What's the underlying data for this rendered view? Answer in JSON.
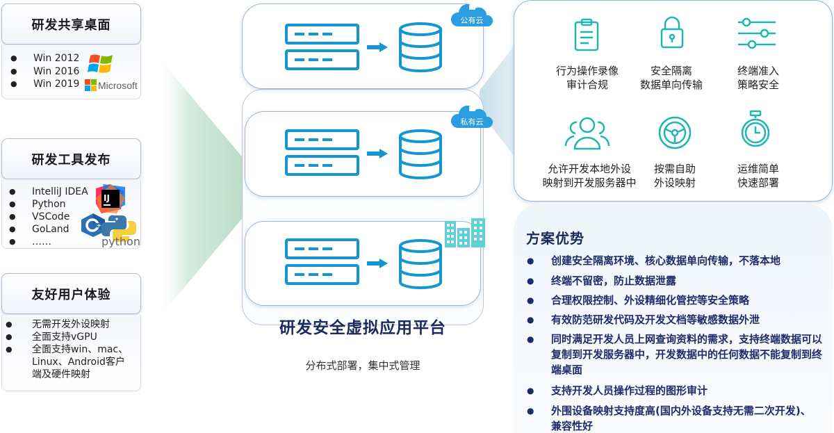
{
  "left": {
    "desktop": {
      "title": "研发共享桌面",
      "items": [
        "Win 2012",
        "Win 2016",
        "Win 2019"
      ],
      "logo_text": "Microsoft"
    },
    "tools": {
      "title": "研发工具发布",
      "items": [
        "IntelliJ IDEA",
        "Python",
        "VSCode",
        "GoLand",
        "……"
      ],
      "ij_text": "IJ",
      "python_text": "python"
    },
    "ux": {
      "title": "友好用户体验",
      "items": [
        "无需开发外设映射",
        "全面支持vGPU",
        "全面支持win、mac、Linux、Android客户端及硬件映射"
      ]
    }
  },
  "center": {
    "clouds": [
      {
        "label": "公有云",
        "color": "#2a9ee0"
      },
      {
        "label": "私有云",
        "color": "#2a9ee0"
      }
    ],
    "title": "研发安全虚拟应用平台",
    "subtitle": "分布式部署，集中式管理"
  },
  "features": [
    {
      "icon": "clipboard-icon",
      "line1": "行为操作录像",
      "line2": "审计合规"
    },
    {
      "icon": "lock-icon",
      "line1": "安全隔离",
      "line2": "数据单向传输"
    },
    {
      "icon": "sliders-icon",
      "line1": "终端准入",
      "line2": "策略安全"
    },
    {
      "icon": "users-icon",
      "line1": "允许开发本地外设",
      "line2": "映射到开发服务器中"
    },
    {
      "icon": "steering-wheel-icon",
      "line1": "按需自助",
      "line2": "外设映射"
    },
    {
      "icon": "stopwatch-icon",
      "line1": "运维简单",
      "line2": "快速部署"
    }
  ],
  "advantages": {
    "title": "方案优势",
    "items": [
      "创建安全隔离环境、核心数据单向传输，不落本地",
      "终端不留密，防止数据泄露",
      "合理权限控制、外设精细化管控等安全策略",
      "有效防范研发代码及开发文档等敏感数据外泄",
      "同时满足开发人员上网查询资料的需求，支持终端数据可以复制到开发服务器中，开发数据中的任何数据不能复制到终端桌面",
      "支持开发人员操作过程的图形审计",
      "外围设备映射支持度高(国内外设备支持无需二次开发)、兼容性好"
    ]
  },
  "colors": {
    "accent": "#1596d2",
    "navy": "#1b2a5c",
    "icon_teal": "#1fb5b0"
  }
}
